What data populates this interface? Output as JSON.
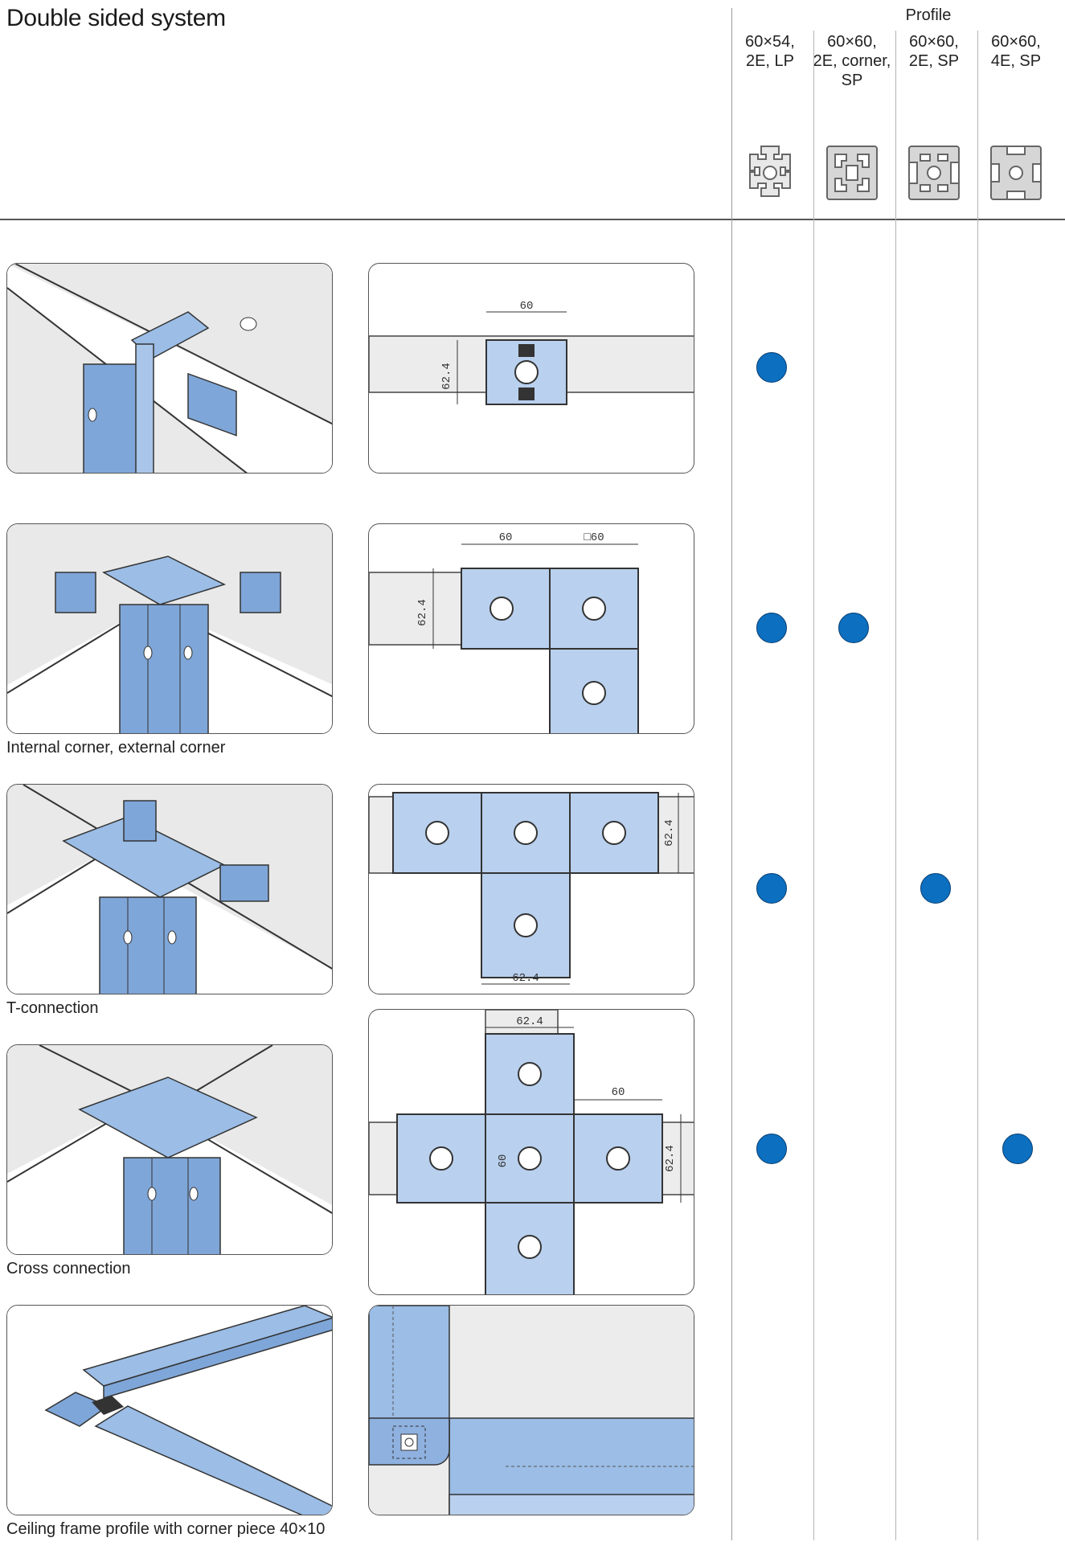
{
  "page": {
    "title": "Double sided system"
  },
  "profile_table": {
    "heading": "Profile",
    "columns": [
      {
        "label": "60×54,\n2E, LP",
        "icon": "profile-60x54-2e-lp-icon"
      },
      {
        "label": "60×60,\n2E, corner,\nSP",
        "icon": "profile-60x60-2e-corner-sp-icon"
      },
      {
        "label": "60×60,\n2E, SP",
        "icon": "profile-60x60-2e-sp-icon"
      },
      {
        "label": "60×60,\n4E, SP",
        "icon": "profile-60x60-4e-sp-icon"
      }
    ]
  },
  "rows": [
    {
      "caption": "",
      "dims": [
        "60",
        "62.4"
      ],
      "availability": [
        true,
        false,
        false,
        false
      ]
    },
    {
      "caption": "Internal corner, external corner",
      "dims": [
        "60",
        "□60",
        "62.4"
      ],
      "availability": [
        true,
        true,
        false,
        false
      ]
    },
    {
      "caption": "T-connection",
      "dims": [
        "62.4",
        "62.4"
      ],
      "availability": [
        true,
        false,
        true,
        false
      ]
    },
    {
      "caption": "Cross connection",
      "dims": [
        "62.4",
        "60",
        "62.4",
        "60"
      ],
      "availability": [
        true,
        false,
        false,
        true
      ]
    },
    {
      "caption": "Ceiling frame profile with corner piece 40×10",
      "dims": [],
      "availability": [
        false,
        false,
        false,
        false
      ]
    }
  ],
  "colors": {
    "accent_dot": "#0c6fc0",
    "profile_blue": "#8fb4e0",
    "rule": "#555555"
  }
}
